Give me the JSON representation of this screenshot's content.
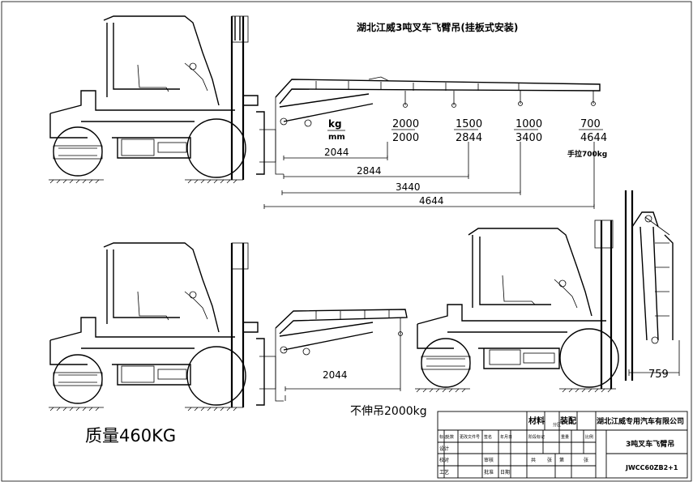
{
  "title": "湖北江威3吨叉车飞臂吊(挂板式安装)",
  "capacity_header": {
    "unit_top": "kg",
    "unit_bottom": "mm"
  },
  "capacity_table": [
    {
      "kg": "2000",
      "mm": "2000"
    },
    {
      "kg": "1500",
      "mm": "2844"
    },
    {
      "kg": "1000",
      "mm": "3400"
    },
    {
      "kg": "700",
      "mm": "4644"
    }
  ],
  "pull_note": "手拉700kg",
  "dimensions_top": [
    "2044",
    "2844",
    "3440",
    "4644"
  ],
  "dimension_mid": "2044",
  "dimension_side": "759",
  "no_extend_note": "不伸吊2000kg",
  "weight_label": "质量460KG",
  "title_block": {
    "material_label": "材料",
    "assembly_label": "装配",
    "company": "湖北江威专用汽车有限公司",
    "drawing_name": "3吨叉车飞臂吊",
    "drawing_number": "JWCC60ZB2+1",
    "row_labels": [
      "设计",
      "校对",
      "工艺",
      "审核",
      "批准",
      "日期"
    ],
    "small_labels": [
      "标记",
      "处数",
      "分区",
      "更改文件号",
      "签名",
      "年月日",
      "阶段标记",
      "重量",
      "比例",
      "共",
      "张",
      "第",
      "张"
    ]
  }
}
